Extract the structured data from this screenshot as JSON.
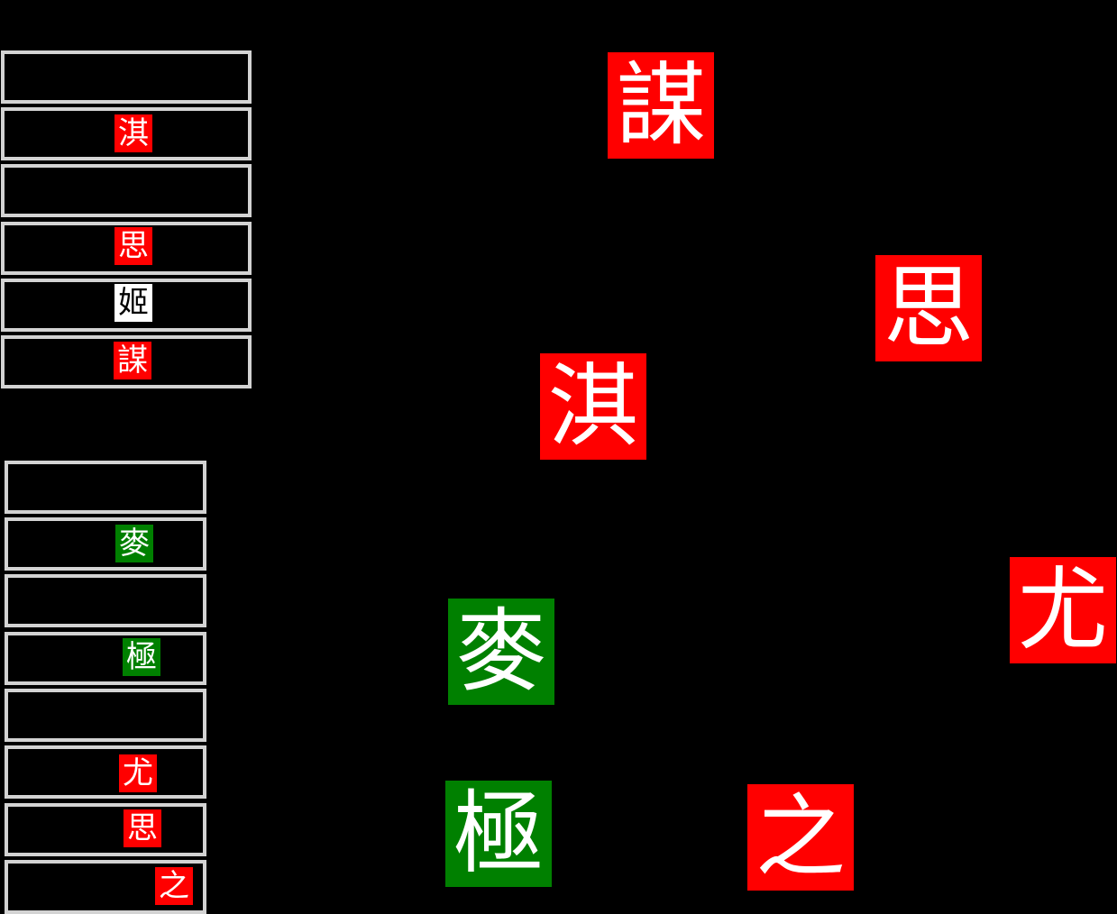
{
  "colors": {
    "background": "#000000",
    "slot_border": "#d3d3d3",
    "red": "#ff0000",
    "green": "#008000",
    "white": "#ffffff"
  },
  "top_slots": [
    {
      "char": "",
      "color": ""
    },
    {
      "char": "淇",
      "color": "red"
    },
    {
      "char": "",
      "color": ""
    },
    {
      "char": "思",
      "color": "red"
    },
    {
      "char": "姬",
      "color": "white"
    },
    {
      "char": "謀",
      "color": "red"
    }
  ],
  "bottom_slots": [
    {
      "char": "",
      "color": ""
    },
    {
      "char": "麥",
      "color": "green"
    },
    {
      "char": "",
      "color": ""
    },
    {
      "char": "極",
      "color": "green"
    },
    {
      "char": "",
      "color": ""
    },
    {
      "char": "尤",
      "color": "red"
    },
    {
      "char": "思",
      "color": "red"
    },
    {
      "char": "之",
      "color": "red"
    }
  ],
  "board_tiles": [
    {
      "char": "謀",
      "color": "red"
    },
    {
      "char": "思",
      "color": "red"
    },
    {
      "char": "淇",
      "color": "red"
    },
    {
      "char": "尤",
      "color": "red"
    },
    {
      "char": "麥",
      "color": "green"
    },
    {
      "char": "極",
      "color": "green"
    },
    {
      "char": "之",
      "color": "red"
    }
  ]
}
